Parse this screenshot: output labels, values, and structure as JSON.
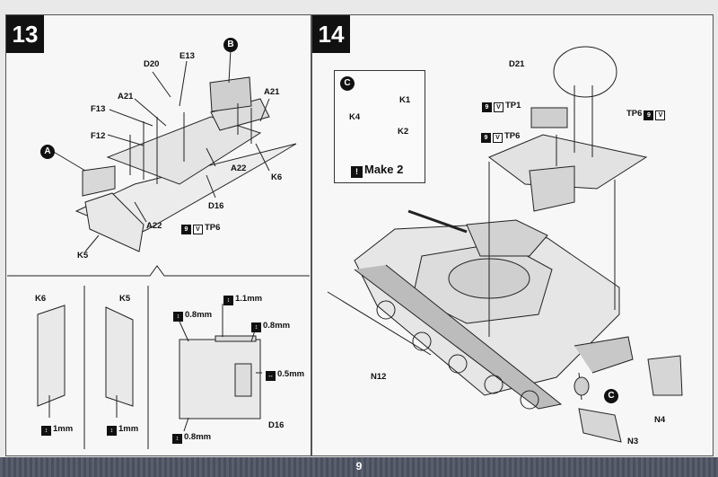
{
  "steps": [
    {
      "number": "13"
    },
    {
      "number": "14"
    }
  ],
  "step13": {
    "callouts": {
      "A": "A",
      "B": "B"
    },
    "parts": [
      "D20",
      "E13",
      "A21",
      "F13",
      "F12",
      "A21",
      "K6",
      "A22",
      "D16",
      "A22",
      "TP6",
      "K5"
    ],
    "details": {
      "k6_label": "K6",
      "k5_label": "K5",
      "k6_spacing": "1mm",
      "k5_spacing": "1mm",
      "d16_label": "D16",
      "d16_dims": [
        "1.1mm",
        "0.8mm",
        "0.8mm",
        "0.5mm",
        "0.8mm"
      ]
    }
  },
  "step14": {
    "parts": [
      "D21",
      "TP1",
      "TP6",
      "TP6",
      "N12",
      "N3",
      "N4"
    ],
    "callout_c": "C",
    "subassembly": {
      "callout": "C",
      "parts": [
        "K1",
        "K4",
        "K2"
      ],
      "note": "Make 2"
    }
  },
  "footer": {
    "page_number": "9"
  },
  "colors": {
    "panel": "#f7f7f7",
    "ink": "#111111",
    "footer": "#525767"
  }
}
